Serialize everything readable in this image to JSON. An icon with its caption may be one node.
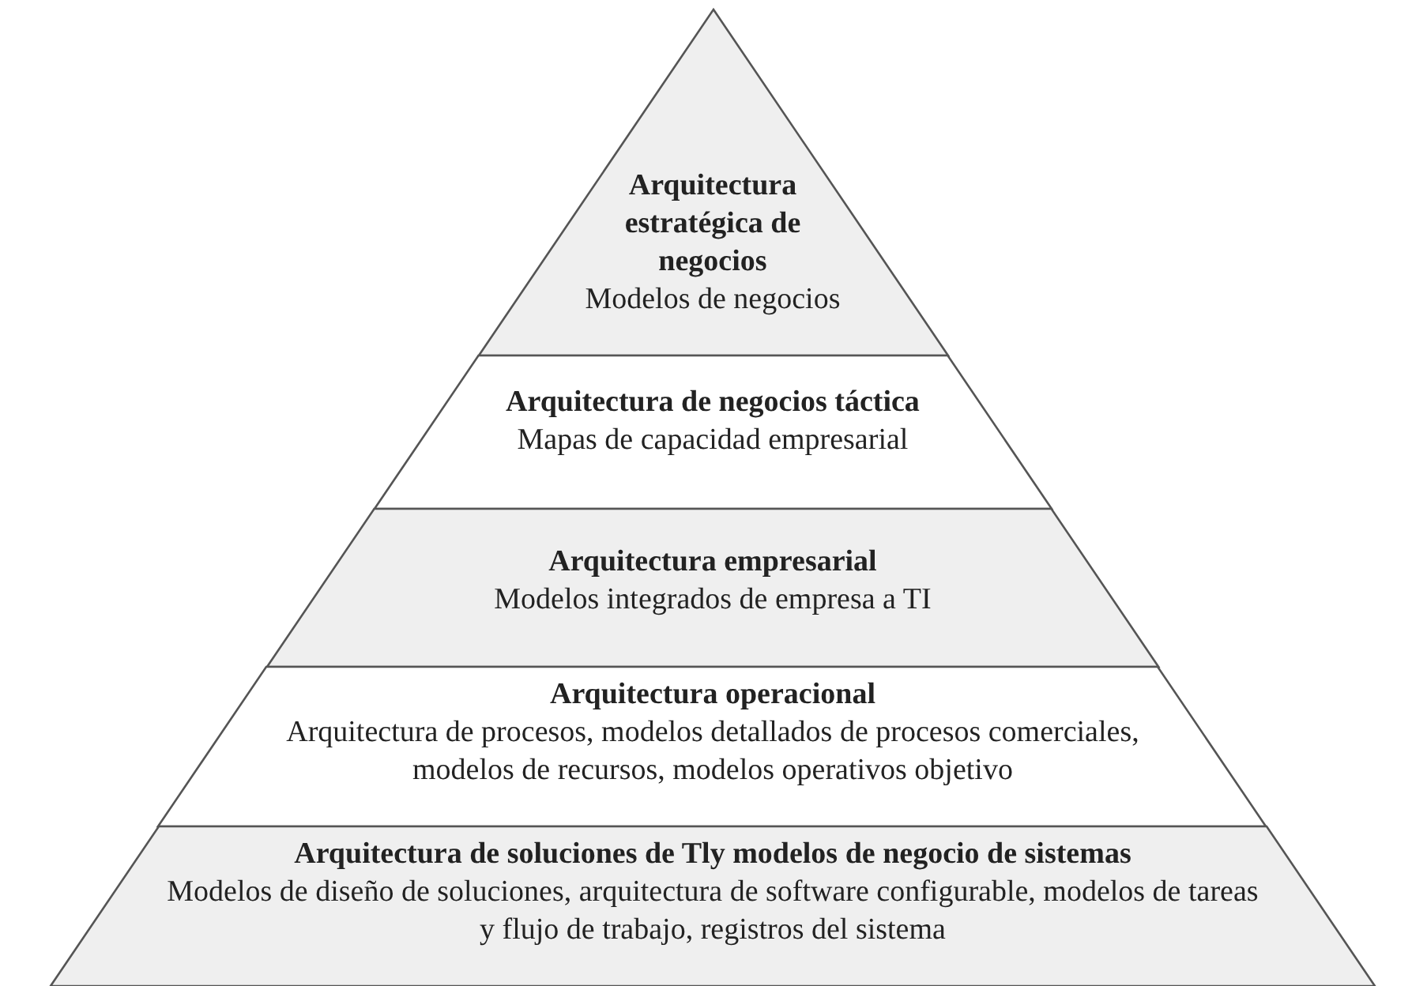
{
  "diagram": {
    "nodes": [
      {
        "text": [
          "Arquitectura estratégica de negocios",
          "Modelos de negocios"
        ]
      },
      {
        "text": [
          "Arquitectura de negocios táctica",
          "Mapas de capacidad empresarial"
        ]
      },
      {
        "text": [
          "Arquitectura empresarial",
          "Modelos integrados de empresa a TI"
        ]
      },
      {
        "text": [
          "Arquitectura operacional",
          "Arquitectura de procesos, modelos detallados de procesos comerciales, modelos de recursos, modelos operativos objetivo"
        ]
      },
      {
        "text": [
          "Arquitectura de soluciones de Tly modelos de negocio de sistemas",
          "Modelos de diseño de soluciones, arquitectura de software configurable, modelos de tareas y flujo de trabajo, registros del sistema"
        ]
      }
    ]
  }
}
